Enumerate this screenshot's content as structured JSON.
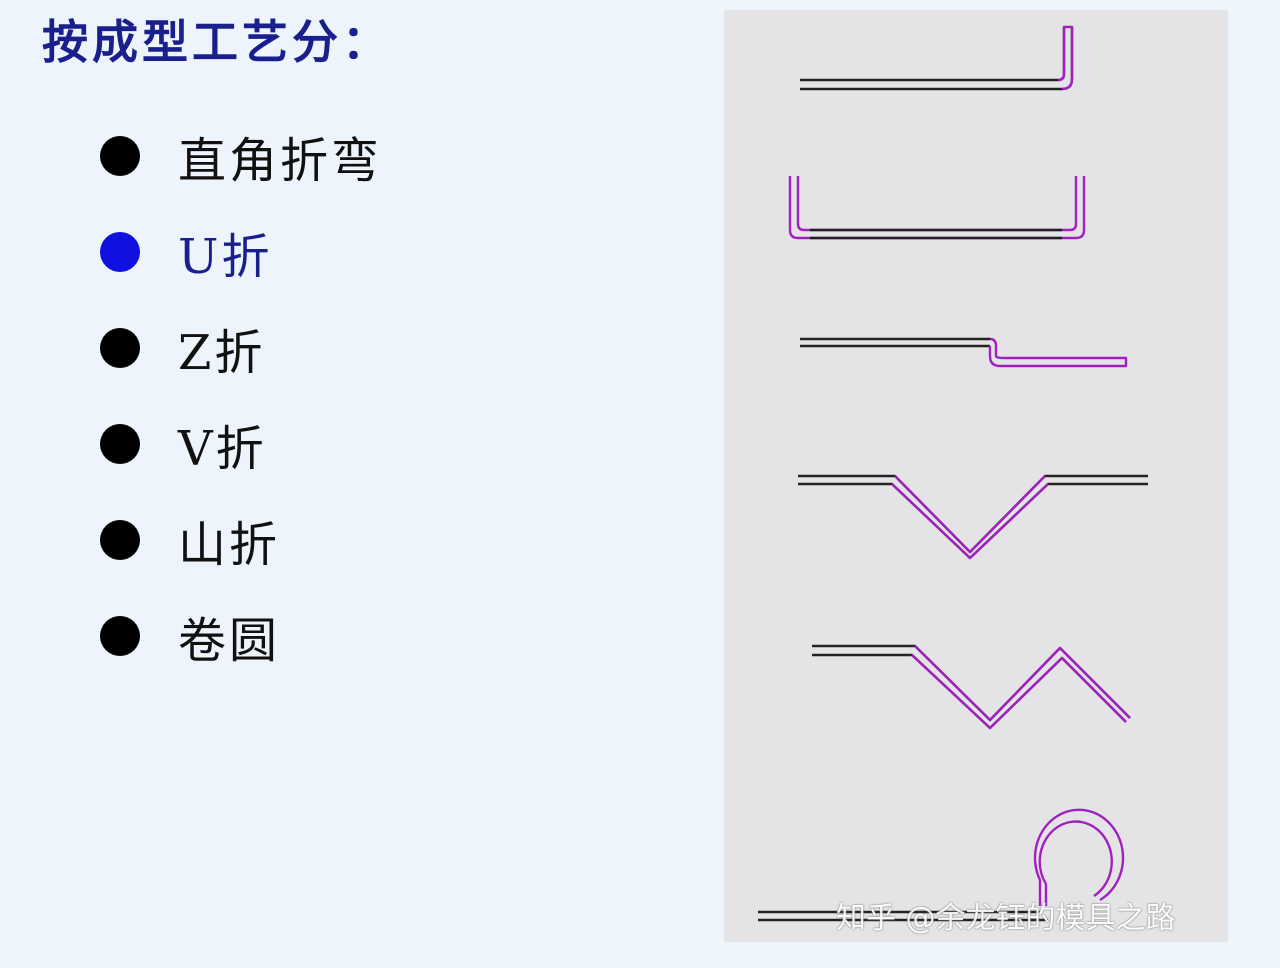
{
  "title": "按成型工艺分：",
  "items": [
    {
      "label": "直角折弯",
      "active": false
    },
    {
      "label": "U折",
      "active": true
    },
    {
      "label": "Z折",
      "active": false
    },
    {
      "label": "V折",
      "active": false
    },
    {
      "label": "山折",
      "active": false
    },
    {
      "label": "卷圆",
      "active": false
    }
  ],
  "colors": {
    "title": "#1a1f8e",
    "active_bullet": "#1010e0",
    "bend_stroke": "#a020c0",
    "panel_bg": "#e4e4e6"
  },
  "watermark": "知乎 @余龙钰的模具之路"
}
